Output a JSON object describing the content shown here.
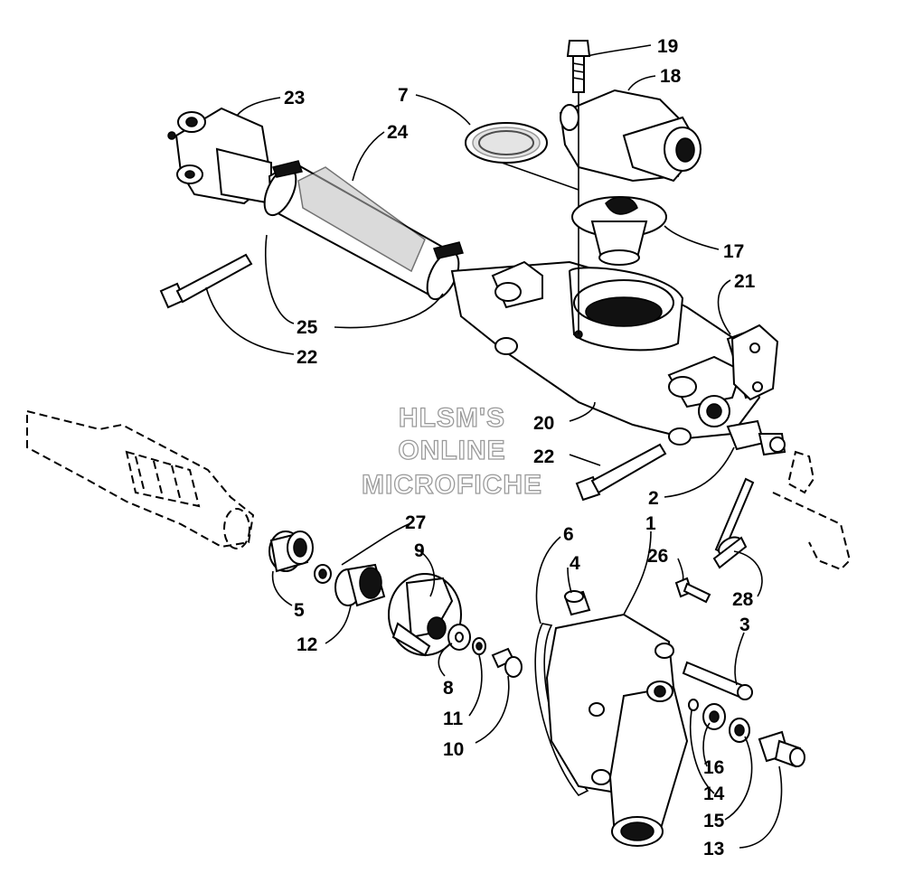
{
  "watermark": {
    "line1": "HLSM'S",
    "line2": "ONLINE",
    "line3": "MICROFICHE"
  },
  "callouts": [
    {
      "id": "c1",
      "text": "1"
    },
    {
      "id": "c2",
      "text": "2"
    },
    {
      "id": "c3",
      "text": "3"
    },
    {
      "id": "c4",
      "text": "4"
    },
    {
      "id": "c5",
      "text": "5"
    },
    {
      "id": "c6",
      "text": "6"
    },
    {
      "id": "c7",
      "text": "7"
    },
    {
      "id": "c8",
      "text": "8"
    },
    {
      "id": "c9",
      "text": "9"
    },
    {
      "id": "c10",
      "text": "10"
    },
    {
      "id": "c11",
      "text": "11"
    },
    {
      "id": "c12",
      "text": "12"
    },
    {
      "id": "c13",
      "text": "13"
    },
    {
      "id": "c14",
      "text": "14"
    },
    {
      "id": "c15",
      "text": "15"
    },
    {
      "id": "c16",
      "text": "16"
    },
    {
      "id": "c17",
      "text": "17"
    },
    {
      "id": "c18",
      "text": "18"
    },
    {
      "id": "c19",
      "text": "19"
    },
    {
      "id": "c20",
      "text": "20"
    },
    {
      "id": "c21",
      "text": "21"
    },
    {
      "id": "c22a",
      "text": "22"
    },
    {
      "id": "c22b",
      "text": "22"
    },
    {
      "id": "c23",
      "text": "23"
    },
    {
      "id": "c24",
      "text": "24"
    },
    {
      "id": "c25",
      "text": "25"
    },
    {
      "id": "c26",
      "text": "26"
    },
    {
      "id": "c27",
      "text": "27"
    },
    {
      "id": "c28",
      "text": "28"
    }
  ]
}
